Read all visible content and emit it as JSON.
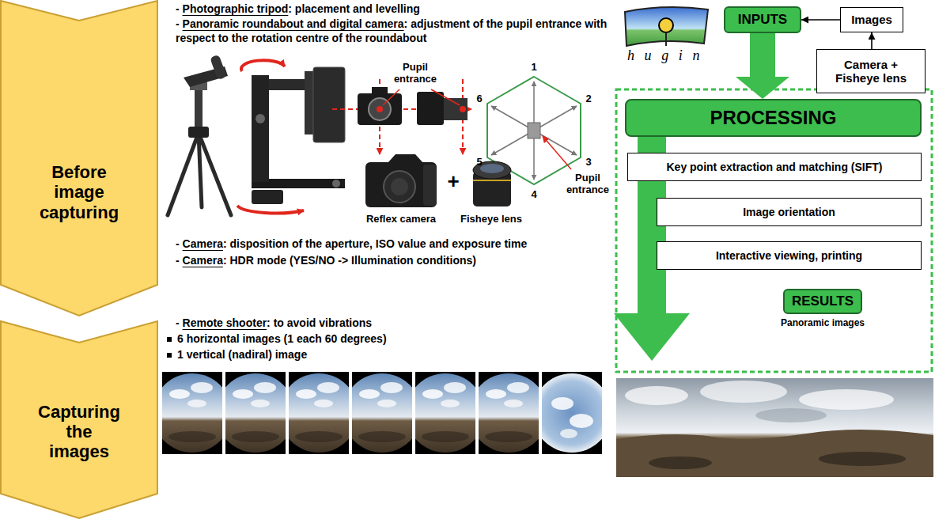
{
  "diagram": {
    "nodes": [
      {
        "text": [
          "Before image capturing"
        ]
      },
      {
        "text": [
          "Capturing the images"
        ]
      },
      {
        "text": [
          "INPUTS"
        ]
      },
      {
        "text": [
          "Images"
        ]
      },
      {
        "text": [
          "Camera + Fisheye lens"
        ]
      },
      {
        "text": [
          "PROCESSING"
        ]
      },
      {
        "text": [
          "Key point extraction and matching (SIFT)"
        ]
      },
      {
        "text": [
          "Image orientation"
        ]
      },
      {
        "text": [
          "Interactive viewing, printing"
        ]
      },
      {
        "text": [
          "RESULTS"
        ]
      }
    ],
    "edges": [
      {
        "from": 3,
        "to": 2,
        "arrow": "to"
      },
      {
        "from": 4,
        "to": 3,
        "arrow": "to"
      },
      {
        "from": 2,
        "to": 5,
        "arrow": "to"
      }
    ],
    "labels": [
      "- Photographic tripod: placement and levelling",
      "- Panoramic roundabout and digital camera: adjustment of the pupil entrance with respect to the rotation centre of the roundabout",
      "Pupil entrance",
      "1",
      "2",
      "3",
      "4",
      "5",
      "6",
      "Pupil entrance",
      "+",
      "Reflex camera",
      "Fisheye lens",
      "- Camera: disposition of the aperture, ISO value and exposure time",
      "- Camera: HDR mode (YES/NO -> Illumination conditions)",
      "- Remote shooter: to avoid vibrations",
      "6 horizontal images (1 each 60 degrees)",
      "1 vertical (nadiral) image",
      "hugin",
      "Panoramic images"
    ]
  }
}
